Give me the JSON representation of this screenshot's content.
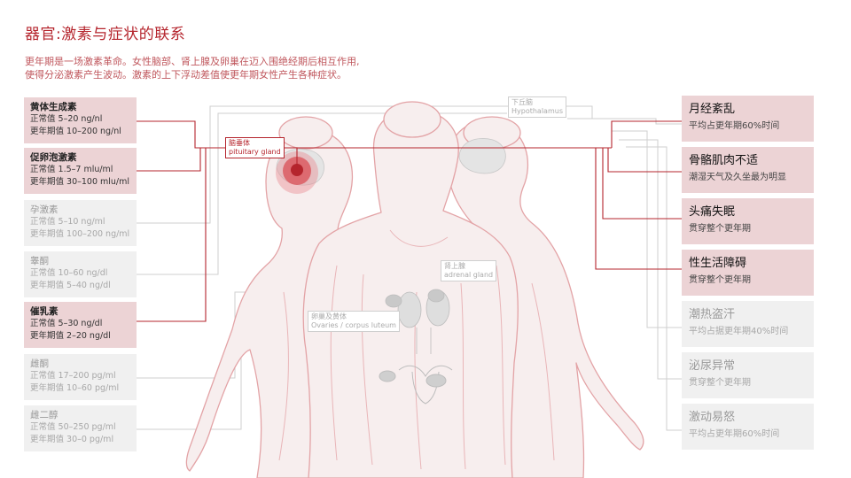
{
  "header": {
    "title": "器官:激素与症状的联系",
    "intro_lines": [
      "更年期是一场激素革命。女性脑部、肾上腺及卵巢在迈入围绝经期后相互作用,",
      "使得分泌激素产生波动。激素的上下浮动差值使更年期女性产生各种症状。"
    ]
  },
  "hormones": [
    {
      "name": "黄体生成素",
      "normal": "正常值 5–20 ng/nl",
      "menopause": "更年期值 10–200 ng/nl",
      "highlight": true
    },
    {
      "name": "促卵泡激素",
      "normal": "正常值 1.5–7 mlu/ml",
      "menopause": "更年期值 30–100 mlu/ml",
      "highlight": true
    },
    {
      "name": "孕激素",
      "normal": "正常值 5–10 ng/ml",
      "menopause": "更年期值 100–200 ng/ml",
      "highlight": false
    },
    {
      "name": "睾酮",
      "normal": "正常值 10–60 ng/dl",
      "menopause": "更年期值 5–40 ng/dl",
      "highlight": false
    },
    {
      "name": "催乳素",
      "normal": "正常值 5–30 ng/dl",
      "menopause": "更年期值 2–20 ng/dl",
      "highlight": true
    },
    {
      "name": "雌酮",
      "normal": "正常值 17–200 pg/ml",
      "menopause": "更年期值 10–60 pg/ml",
      "highlight": false
    },
    {
      "name": "雌二醇",
      "normal": "正常值 50–250 pg/ml",
      "menopause": "更年期值 30–0 pg/ml",
      "highlight": false
    }
  ],
  "symptoms": [
    {
      "name": "月经紊乱",
      "desc": "平均占更年期60%时间",
      "highlight": true
    },
    {
      "name": "骨骼肌肉不适",
      "desc": "潮湿天气及久坐最为明显",
      "highlight": true
    },
    {
      "name": "头痛失眠",
      "desc": "贯穿整个更年期",
      "highlight": true
    },
    {
      "name": "性生活障碍",
      "desc": "贯穿整个更年期",
      "highlight": true
    },
    {
      "name": "潮热盗汗",
      "desc": "平均占据更年期40%时间",
      "highlight": false
    },
    {
      "name": "泌尿异常",
      "desc": "贯穿整个更年期",
      "highlight": false
    },
    {
      "name": "激动易怒",
      "desc": "平均占更年期60%时间",
      "highlight": false
    }
  ],
  "organs": {
    "hypothalamus": {
      "cn": "下丘脑",
      "en": "Hypothalamus"
    },
    "pituitary": {
      "cn": "脑垂体",
      "en": "pituitary gland"
    },
    "adrenal": {
      "cn": "肾上腺",
      "en": "adrenal gland"
    },
    "ovaries": {
      "cn": "卵巢及黄体",
      "en": "Ovaries / corpus luteum"
    }
  },
  "colors": {
    "accent": "#b5252d",
    "highlight_card": "#ecd3d5",
    "muted_card": "#f0f0f0",
    "figure_line": "#e3a3a6",
    "connector_muted": "#cfcfcf"
  }
}
